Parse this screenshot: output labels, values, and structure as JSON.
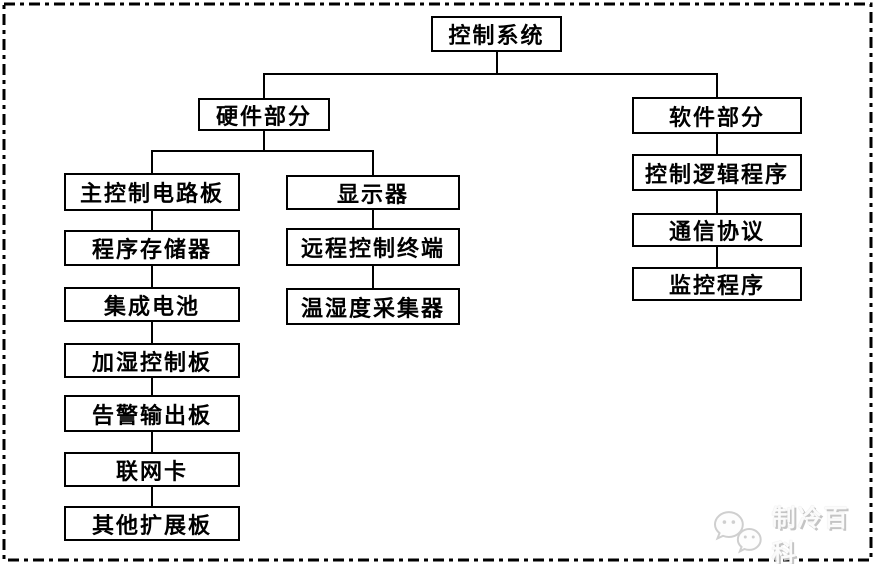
{
  "diagram": {
    "root": {
      "label": "控制系统"
    },
    "hardware": {
      "label": "硬件部分",
      "column1": [
        "主控制电路板",
        "程序存储器",
        "集成电池",
        "加湿控制板",
        "告警输出板",
        "联网卡",
        "其他扩展板"
      ],
      "column2": [
        "显示器",
        "远程控制终端",
        "温湿度采集器"
      ]
    },
    "software": {
      "label": "软件部分",
      "items": [
        "控制逻辑程序",
        "通信协议",
        "监控程序"
      ]
    }
  },
  "watermark": {
    "brand": "制冷百科",
    "icon": "wechat-icon"
  },
  "colors": {
    "line": "#000000",
    "text": "#000000",
    "background": "#ffffff",
    "watermark_gray": "#c4c4c4"
  }
}
